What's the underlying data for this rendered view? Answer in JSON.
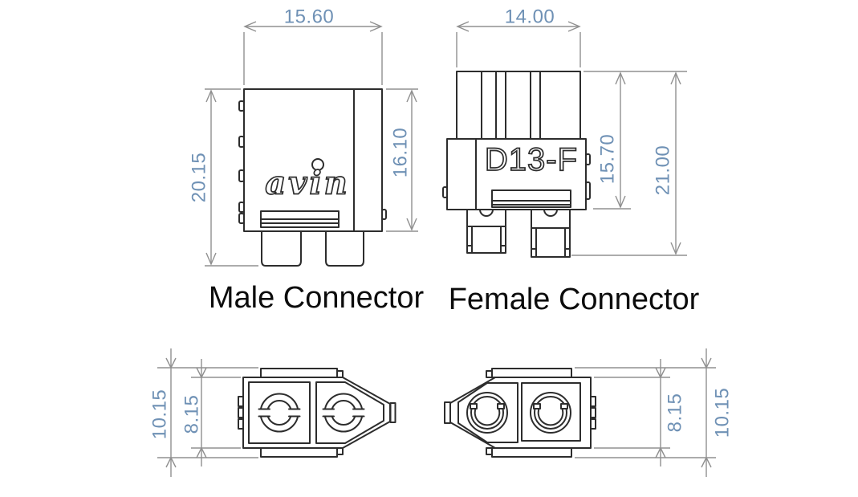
{
  "colors": {
    "line": "#2d2d2d",
    "dim-line": "#909090",
    "dim-text": "#6f91b5",
    "label-text": "#0c0c0c"
  },
  "views": {
    "male_front": {
      "label": "Male Connector",
      "logo_text": "avin",
      "dim_width": "15.60",
      "dim_height_overall": "20.15",
      "dim_height_body": "16.10"
    },
    "female_front": {
      "label": "Female Connector",
      "part_marking": "D13-F",
      "dim_width": "14.00",
      "dim_height_body": "15.70",
      "dim_height_overall": "21.00"
    },
    "male_bottom": {
      "dim_height_overall": "10.15",
      "dim_height_body": "8.15"
    },
    "female_bottom": {
      "dim_height_body": "8.15",
      "dim_height_overall": "10.15"
    }
  }
}
